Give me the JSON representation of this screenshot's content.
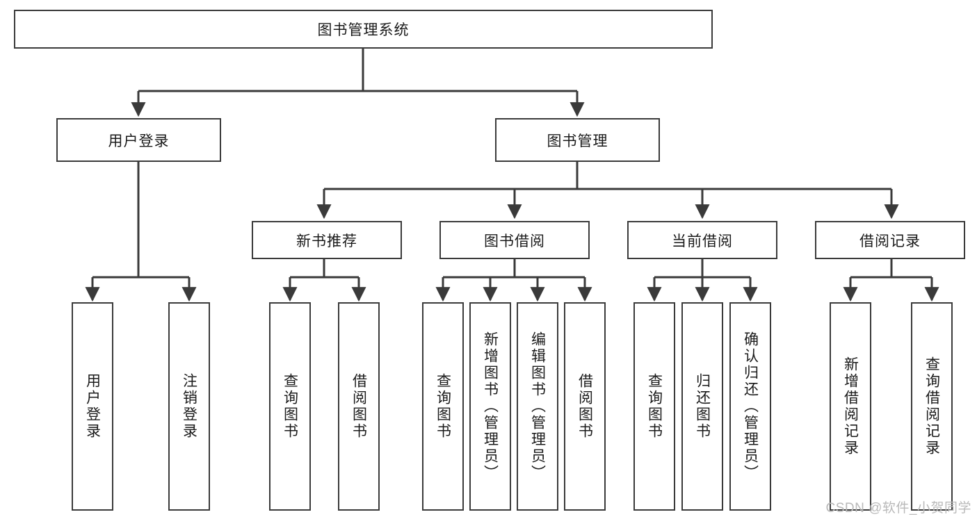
{
  "diagram": {
    "title": "图书管理系统",
    "type": "tree-hierarchy-diagram",
    "watermark": "CSDN @软件_小贺同学",
    "colors": {
      "box_border": "#3a3a3a",
      "box_fill": "#ffffff",
      "connector": "#3a3a3a",
      "text": "#1a1a1a",
      "watermark": "#b9b9b9",
      "background": "#ffffff"
    },
    "root": {
      "label": "图书管理系统"
    },
    "level2": [
      {
        "label": "用户登录"
      },
      {
        "label": "图书管理"
      }
    ],
    "level3": [
      {
        "label": "新书推荐"
      },
      {
        "label": "图书借阅"
      },
      {
        "label": "当前借阅"
      },
      {
        "label": "借阅记录"
      }
    ],
    "leaves": {
      "user_login": [
        {
          "label": "用户登录"
        },
        {
          "label": "注销登录"
        }
      ],
      "new_book_recommend": [
        {
          "label": "查询图书"
        },
        {
          "label": "借阅图书"
        }
      ],
      "book_borrow": [
        {
          "label": "查询图书"
        },
        {
          "label": "新增图书（管理员）"
        },
        {
          "label": "编辑图书（管理员）"
        },
        {
          "label": "借阅图书"
        }
      ],
      "current_borrow": [
        {
          "label": "查询图书"
        },
        {
          "label": "归还图书"
        },
        {
          "label": "确认归还（管理员）"
        }
      ],
      "borrow_records": [
        {
          "label": "新增借阅记录"
        },
        {
          "label": "查询借阅记录"
        }
      ]
    }
  }
}
